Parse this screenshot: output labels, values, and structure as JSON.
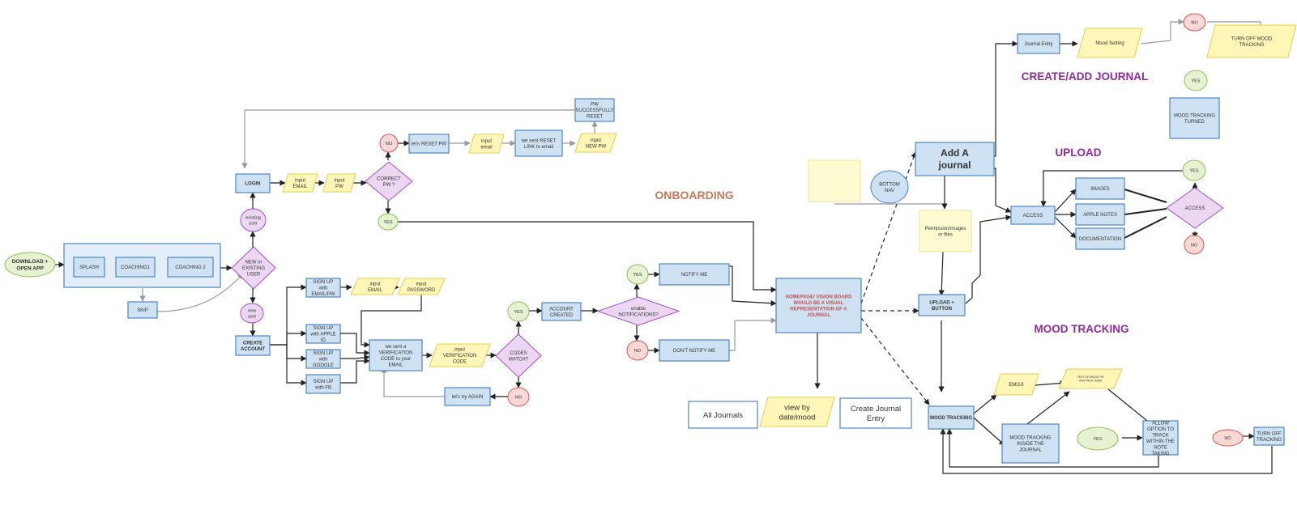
{
  "colors": {
    "blue_fill": "#cfe2f3",
    "blue_stroke": "#4a86c5",
    "yellow_fill": "#fff6b8",
    "yellow_stroke": "#e3cf4c",
    "purple_fill": "#ecd7f3",
    "purple_stroke": "#a64bc6",
    "green_fill": "#e6f2d2",
    "green_stroke": "#8fbf55",
    "red_fill": "#f9d9d5",
    "red_stroke": "#d9534f",
    "onboarding_text": "#c27a5a",
    "section_text": "#8e2a9c",
    "line": "#222222",
    "line_light": "#999999",
    "homepage_text": "#c0504d"
  },
  "sections": {
    "onboarding": "ONBOARDING",
    "create_journal": "CREATE/ADD  JOURNAL",
    "upload": "UPLOAD",
    "mood_tracking": "MOOD TRACKING"
  },
  "onboarding": {
    "download": "DOWNLOAD + OPEN APP",
    "splash": "SPLASH",
    "coaching1": "COACHING1",
    "coaching2": "COACHING 2",
    "skip": "SKIP",
    "new_or_existing": "NEW or EXISTING USER",
    "existing_user": "existing user",
    "new_user": "new user",
    "login": "LOGIN",
    "input_email_login": "input EMAIL",
    "input_pw_login": "input PW",
    "correct_pw": "CORRECT PW ?",
    "no_pw": "NO",
    "yes_pw": "YES",
    "reset_pw": "let's RESET PW",
    "input_email_reset": "input email",
    "sent_reset_link": "we sent RESET LINK to email",
    "input_new_pw": "input NEW PW",
    "pw_reset": "PW SUCCESSFULLY RESET",
    "create_account": "CREATE ACCOUNT",
    "signup_email": "SIGN UP with EMAIL/PW",
    "signup_apple": "SIGN UP with APPLE ID",
    "signup_google": "SIGN UP with GOOGLE",
    "signup_fb": "SIGN UP with FB",
    "input_email_signup": "input EMAIL",
    "input_password_signup": "input PASSWORD",
    "sent_verification": "we sent a VERIFICATION CODE to your EMAIL",
    "input_verification": "input VERIFICATION CODE",
    "codes_match": "CODES MATCH?",
    "yes_codes": "YES",
    "no_codes": "NO",
    "try_again": "let's try AGAIN",
    "account_created": "ACCOUNT CREATED",
    "enable_notifications": "enable NOTIFICATIONS?",
    "yes_notify": "YES",
    "no_notify": "NO",
    "notify_me": "NOTIFY ME",
    "dont_notify": "DON'T NOTIFY ME"
  },
  "homepage": {
    "homepage_box": "HOMEPAGE/ VISION BOARD WOULD BE A VISUAL REPRESENTATION OF A JOURNAL",
    "all_journals": "All Journals",
    "view_by": "view by date/mood",
    "create_entry": "Create Journal Entry",
    "bottom_nav": "BOTTOM NAV",
    "add_journal": "Add A journal",
    "permission": "Permission/images or files",
    "upload_button": "UPLOAD + BUTTON",
    "mood_tracking_box": "MOOD TRACKING"
  },
  "create_journal": {
    "journal_entry": "Journal Entry",
    "mood_setting": "Mood Setting",
    "no": "NO",
    "turn_off": "TURN OFF MOOD TRACKING",
    "yes": "YES",
    "turned": "MOOD TRACKING TURNED"
  },
  "upload": {
    "access": "ACCESS",
    "images": "IMAGES",
    "apple_notes": "APPLE NOTES",
    "documentation": "DOCUMENTATION",
    "access_diamond": "ACCESS",
    "yes": "YES",
    "no": "NO"
  },
  "mood": {
    "emoji": "EMOJI",
    "tiny_note": "TEXT OF MOOD OR ANOTHER TERM",
    "inside_journal": "MOOD TRACKING INSIDE THE JOURNAL",
    "allow_option": "ALLOW OPTION TO TRACK WITHIN THE NOTE TAKING",
    "yes": "YES",
    "no": "NO",
    "turn_off": "TURN OFF TRACKING"
  }
}
